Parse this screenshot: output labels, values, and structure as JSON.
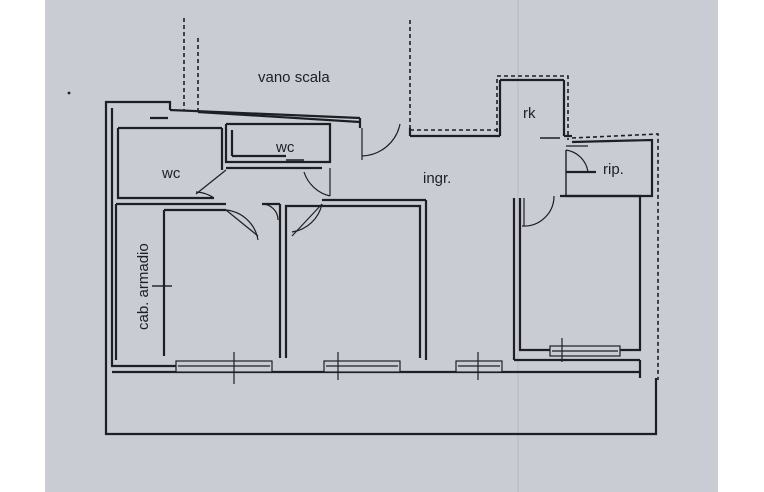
{
  "rooms": {
    "stairwell": "vano scala",
    "wc_left": "wc",
    "wc_center": "wc",
    "entrance": "ingr.",
    "rack": "rk",
    "storage": "rip.",
    "closet": "cab. armadio"
  },
  "colors": {
    "paper": "#c9ccd2",
    "ink": "#1e1f24"
  }
}
